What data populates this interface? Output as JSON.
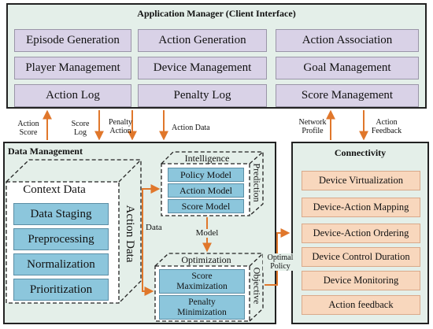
{
  "app_manager": {
    "title": "Application Manager (Client Interface)",
    "buttons": [
      "Episode Generation",
      "Action Generation",
      "Action Association",
      "Player Management",
      "Device Management",
      "Goal Management",
      "Action Log",
      "Penalty Log",
      "Score Management"
    ]
  },
  "flows": {
    "action_score": "Action\nScore",
    "score_log": "Score\nLog",
    "penalty_action": "Penalty\nAction",
    "action_data": "Action Data",
    "network_profile": "Network\nProfile",
    "action_feedback": "Action\nFeedback"
  },
  "data_management": {
    "title": "Data Management",
    "context_data": {
      "title": "Context Data",
      "items": [
        "Data Staging",
        "Preprocessing",
        "Normalization",
        "Prioritization"
      ],
      "side_label": "Action Data"
    },
    "data_label": "Data",
    "model_label": "Model",
    "intelligence": {
      "title": "Intelligence",
      "items": [
        "Policy Model",
        "Action Model",
        "Score Model"
      ],
      "side_label": "Prediction"
    },
    "optimization": {
      "title": "Optimization",
      "items": [
        "Score\nMaximization",
        "Penalty\nMinimization"
      ],
      "side_label": "Objective"
    },
    "optimal_policy": "Optimal\nPolicy"
  },
  "connectivity": {
    "title": "Connectivity",
    "items": [
      "Device Virtualization",
      "Device-Action Mapping",
      "Device-Action Ordering",
      "Device Control Duration",
      "Device Monitoring",
      "Action feedback"
    ]
  },
  "colors": {
    "panel_bg": "#e4efe9",
    "app_button": "#d9d2e7",
    "conn_button": "#f8d7bd",
    "model_box": "#8cc6dc",
    "arrow": "#e0772b"
  }
}
